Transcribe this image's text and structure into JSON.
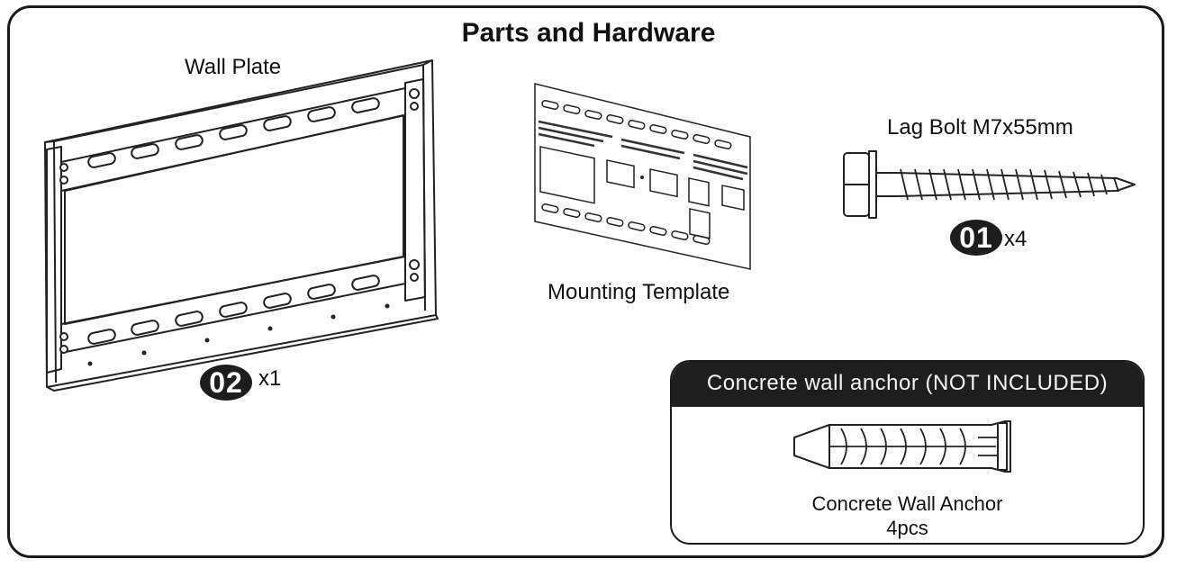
{
  "title": "Parts and Hardware",
  "parts": {
    "wall_plate": {
      "label": "Wall Plate",
      "badge": "02",
      "qty": "x1"
    },
    "mounting_template": {
      "label": "Mounting Template"
    },
    "lag_bolt": {
      "label": "Lag Bolt M7x55mm",
      "badge": "01",
      "qty": "x4"
    }
  },
  "anchor_panel": {
    "header": "Concrete wall anchor (NOT INCLUDED)",
    "caption": "Concrete Wall Anchor",
    "qty": "4pcs"
  }
}
